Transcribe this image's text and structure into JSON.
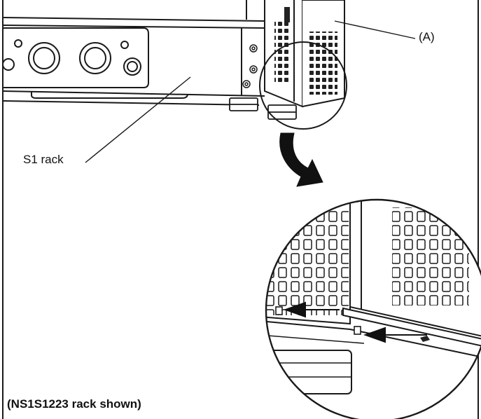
{
  "labels": {
    "part_a": "(A)",
    "s1_rack": "S1 rack",
    "caption": "(NS1S1223 rack shown)"
  },
  "colors": {
    "line": "#1a1a1a",
    "background": "#ffffff",
    "arrow": "#111111"
  }
}
